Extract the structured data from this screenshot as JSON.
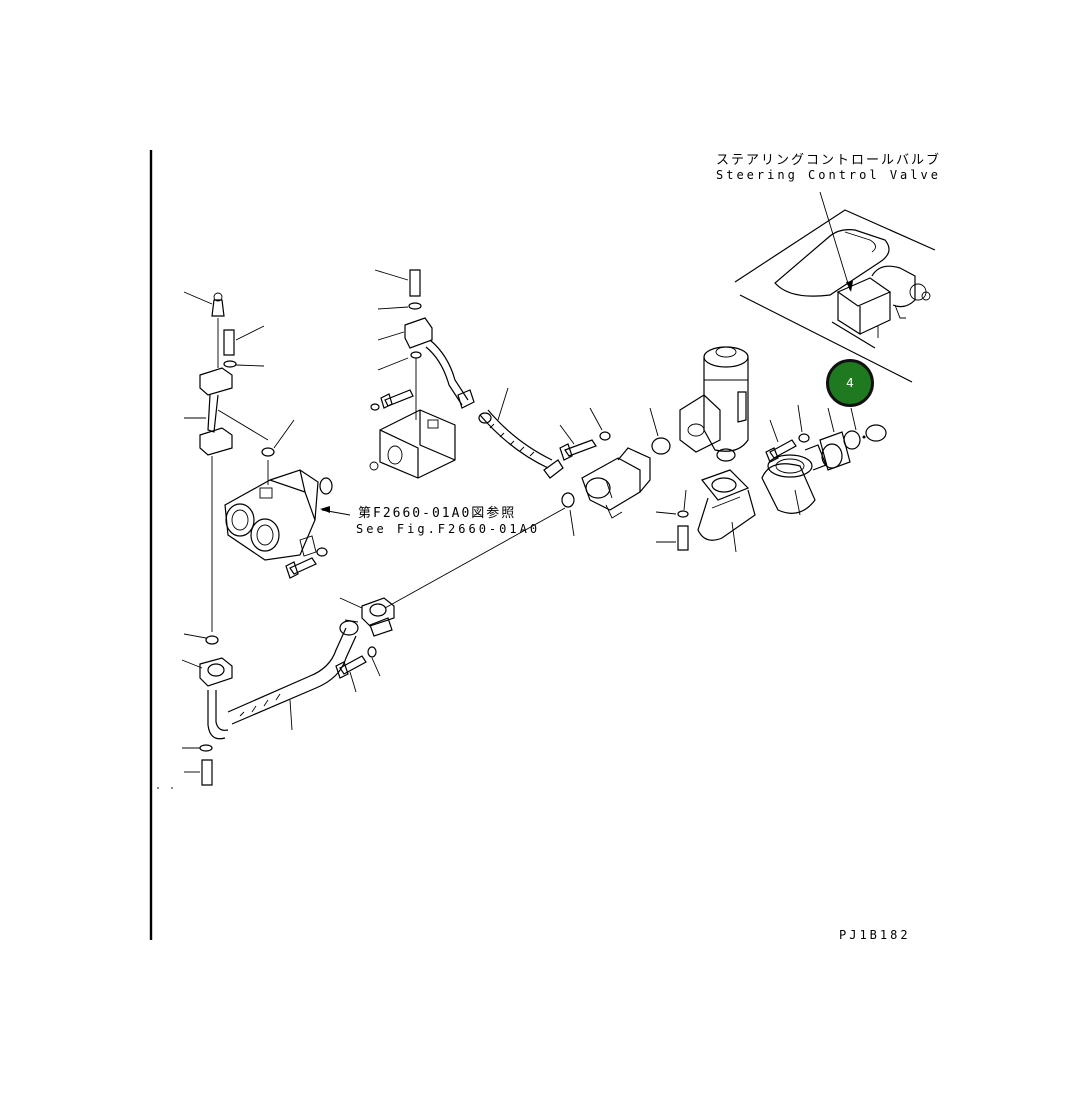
{
  "labels": {
    "valve_jp": "ステアリングコントロールバルブ",
    "valve_en": "Steering Control Valve",
    "ref_jp": "第F2660-01A0図参照",
    "ref_en": "See Fig.F2660-01A0",
    "drawing_no": "PJ1B182"
  },
  "callout": {
    "number": "4",
    "color": "#1f7a1f"
  }
}
